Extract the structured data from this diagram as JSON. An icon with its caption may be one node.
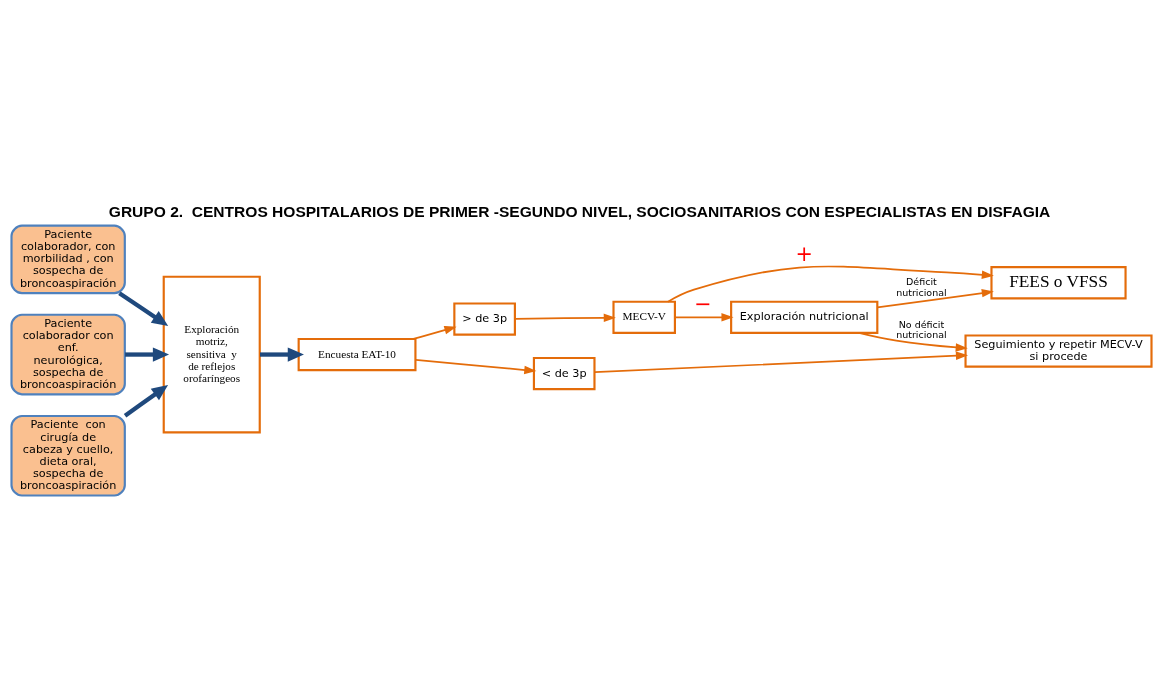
{
  "diagram": {
    "title": "GRUPO 2.  CENTROS HOSPITALARIOS DE PRIMER -SEGUNDO NIVEL, SOCIOSANITARIOS CON ESPECIALISTAS EN DISFAGIA",
    "nodes": [
      {
        "text": [
          "Paciente colaborador, con morbilidad , con sospecha de broncoaspiración"
        ]
      },
      {
        "text": [
          "Paciente colaborador con enf. neurológica, sospecha de broncoaspiración"
        ]
      },
      {
        "text": [
          "Paciente  con cirugía de cabeza y cuello, dieta oral, sospecha de broncoaspiración"
        ]
      },
      {
        "text": [
          "Exploración motriz, sensitiva  y de reflejos  orofaríngeos"
        ]
      },
      {
        "text": [
          "Encuesta EAT-10"
        ]
      },
      {
        "text": [
          "> de 3p"
        ]
      },
      {
        "text": [
          "< de 3p"
        ]
      },
      {
        "text": [
          "MECV-V"
        ]
      },
      {
        "text": [
          "FEES o VFSS"
        ]
      },
      {
        "text": [
          "Exploración nutricional"
        ]
      },
      {
        "text": [
          "Seguimiento y repetir MECV-V si procede"
        ]
      }
    ],
    "edges": [
      {
        "from": 0,
        "to": 3,
        "arrow": "to",
        "style": "thick",
        "color": "#1f497d"
      },
      {
        "from": 1,
        "to": 3,
        "arrow": "to",
        "style": "thick",
        "color": "#1f497d"
      },
      {
        "from": 2,
        "to": 3,
        "arrow": "to",
        "style": "thick",
        "color": "#1f497d"
      },
      {
        "from": 3,
        "to": 4,
        "arrow": "to",
        "style": "thick",
        "color": "#1f497d"
      },
      {
        "from": 4,
        "to": 5,
        "arrow": "to"
      },
      {
        "from": 4,
        "to": 6,
        "arrow": "to"
      },
      {
        "from": 5,
        "to": 7,
        "arrow": "to"
      },
      {
        "from": 7,
        "to": 8,
        "arrow": "to",
        "label": "+"
      },
      {
        "from": 7,
        "to": 9,
        "arrow": "to",
        "label": "−"
      },
      {
        "from": 9,
        "to": 8,
        "arrow": "to",
        "label": "Déficit nutricional"
      },
      {
        "from": 9,
        "to": 10,
        "arrow": "to",
        "label": "No déficit nutricional"
      },
      {
        "from": 6,
        "to": 10,
        "arrow": "to"
      }
    ]
  }
}
